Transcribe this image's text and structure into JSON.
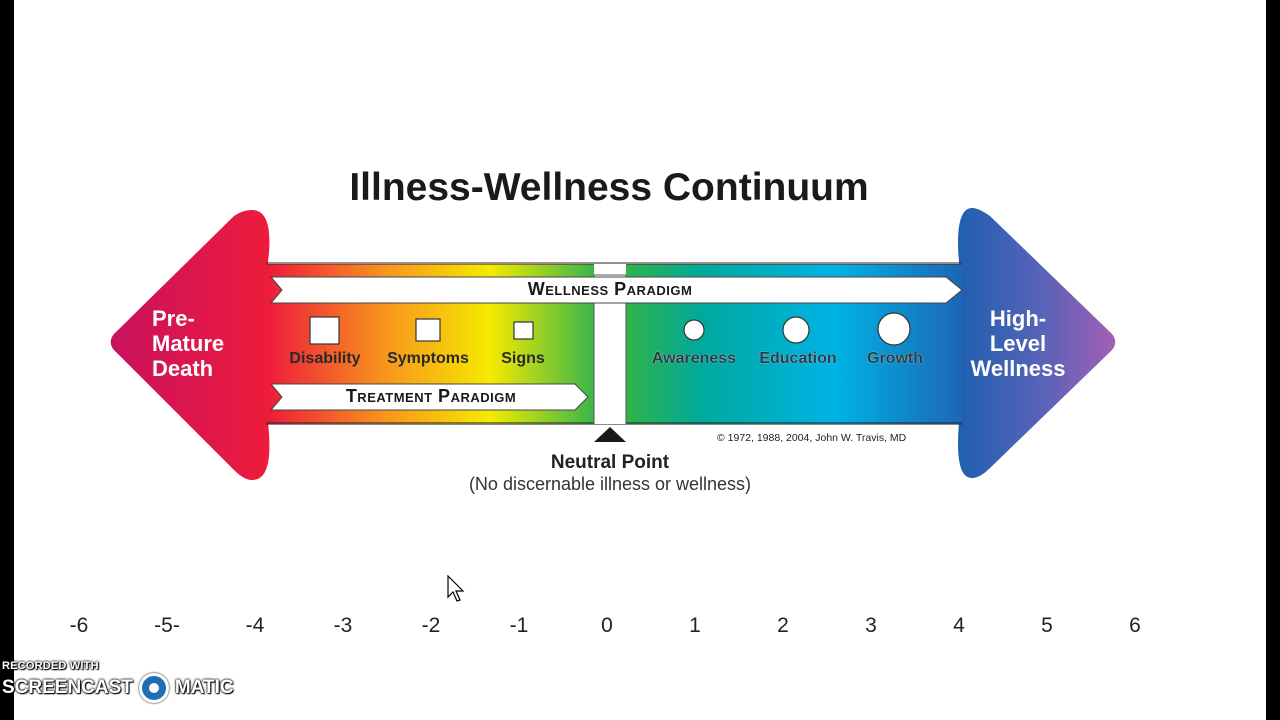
{
  "title": "Illness-Wellness Continuum",
  "ends": {
    "left": [
      "Pre-",
      "Mature",
      "Death"
    ],
    "right": [
      "High-",
      "Level",
      "Wellness"
    ]
  },
  "paradigms": {
    "wellness": "Wellness Paradigm",
    "treatment": "Treatment Paradigm"
  },
  "illness_markers": [
    {
      "label": "Disability",
      "shape": "square",
      "size": "large"
    },
    {
      "label": "Symptoms",
      "shape": "square",
      "size": "medium"
    },
    {
      "label": "Signs",
      "shape": "square",
      "size": "small"
    }
  ],
  "wellness_markers": [
    {
      "label": "Awareness",
      "shape": "circle",
      "size": "small"
    },
    {
      "label": "Education",
      "shape": "circle",
      "size": "medium"
    },
    {
      "label": "Growth",
      "shape": "circle",
      "size": "large"
    }
  ],
  "copyright": "© 1972, 1988, 2004, John W. Travis, MD",
  "neutral_point": {
    "label": "Neutral Point",
    "description": "(No discernable illness or wellness)"
  },
  "scale": [
    "-6",
    "-5-",
    "-4",
    "-3",
    "-2",
    "-1",
    "0",
    "1",
    "2",
    "3",
    "4",
    "5",
    "6"
  ],
  "watermark": {
    "top": "RECORDED WITH",
    "left": "SCREENCAST",
    "right": "MATIC"
  },
  "colors": {
    "left_end": "#d9145a",
    "red": "#ee1c3a",
    "orange": "#f7931e",
    "yellow": "#f6ea00",
    "green": "#39b54a",
    "cyan": "#00b3e6",
    "blue": "#1f5fb0",
    "right_end": "#9a5fb5"
  },
  "icons": [
    "cursor-arrow-icon",
    "screencast-logo-icon",
    "neutral-point-triangle-icon"
  ]
}
